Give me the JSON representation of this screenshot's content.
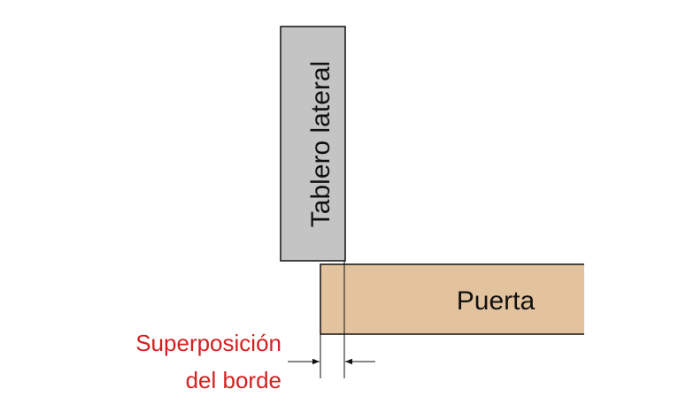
{
  "diagram": {
    "side_panel_label": "Tablero lateral",
    "door_label": "Puerta",
    "overlap_label_line1": "Superposición",
    "overlap_label_line2": "del borde",
    "colors": {
      "side_panel_fill": "#c4c4c4",
      "door_fill": "#e3c39d",
      "outline": "#111111",
      "annotation_text": "#d42020"
    }
  }
}
